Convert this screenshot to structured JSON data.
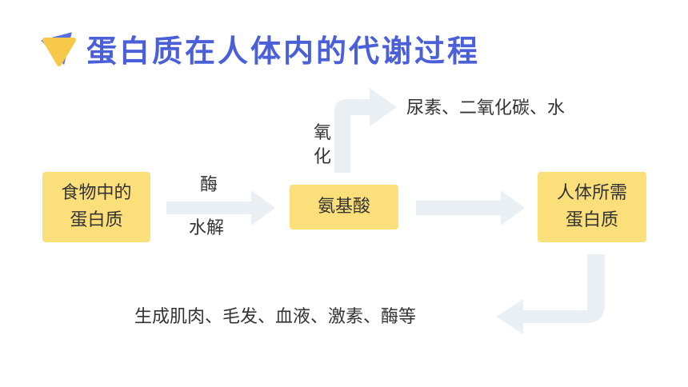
{
  "header": {
    "title": "蛋白质在人体内的代谢过程",
    "accent_color": "#4a5fd8",
    "logo_colors": [
      "#f7c948",
      "#5b6ee1"
    ]
  },
  "diagram": {
    "nodes": {
      "food_protein": {
        "line1": "食物中的",
        "line2": "蛋白质"
      },
      "amino_acid": {
        "line1": "氨基酸"
      },
      "body_protein": {
        "line1": "人体所需",
        "line2": "蛋白质"
      }
    },
    "edges": {
      "hydrolysis": {
        "top": "酶",
        "bottom": "水解"
      },
      "oxidation": {
        "label_chars": [
          "氧",
          "化"
        ],
        "result": "尿素、二氧化碳、水"
      },
      "uses": {
        "result": "生成肌肉、毛发、血液、激素、酶等"
      }
    },
    "colors": {
      "box_fill": "#fbdf7a",
      "arrow": "#e9eff2",
      "text": "#333333"
    }
  }
}
